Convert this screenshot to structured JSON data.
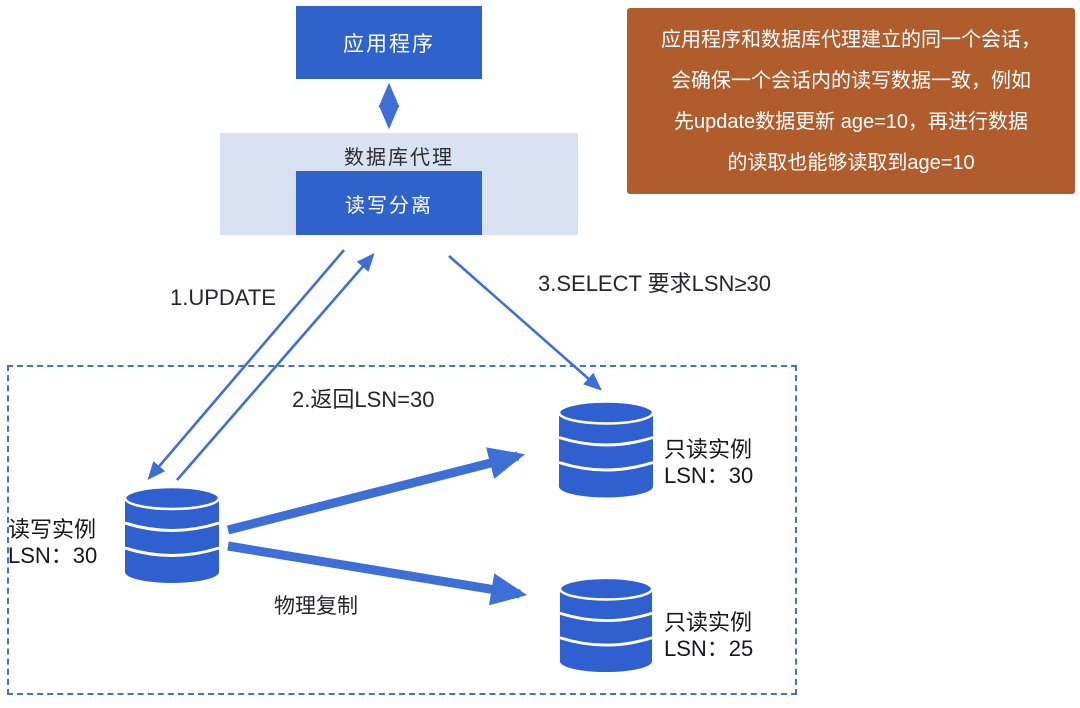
{
  "nodes": {
    "app": {
      "label": "应用程序"
    },
    "proxy": {
      "label": "数据库代理"
    },
    "rw_split": {
      "label": "读写分离"
    }
  },
  "note": {
    "lines": [
      "应用程序和数据库代理建立的同一个会话，",
      "会确保一个会话内的读写数据一致，例如",
      "先update数据更新 age=10，再进行数据",
      "的读取也能够读取到age=10"
    ]
  },
  "edges": {
    "update": "1.UPDATE",
    "return": "2.返回LSN=30",
    "select": "3.SELECT 要求LSN≥30",
    "replication": "物理复制"
  },
  "instances": {
    "rw": {
      "name": "读写实例",
      "lsn": "LSN：30"
    },
    "ro_top": {
      "name": "只读实例",
      "lsn": "LSN：30"
    },
    "ro_bottom": {
      "name": "只读实例",
      "lsn": "LSN：25"
    }
  },
  "colors": {
    "box_blue": "#2f62cb",
    "cylinder_blue": "#3060cf",
    "arrow_blue": "#3d6fd6",
    "proxy_bg": "#d9e2f3",
    "note_bg": "#b05c2c",
    "dashed_border": "#4472c4"
  }
}
